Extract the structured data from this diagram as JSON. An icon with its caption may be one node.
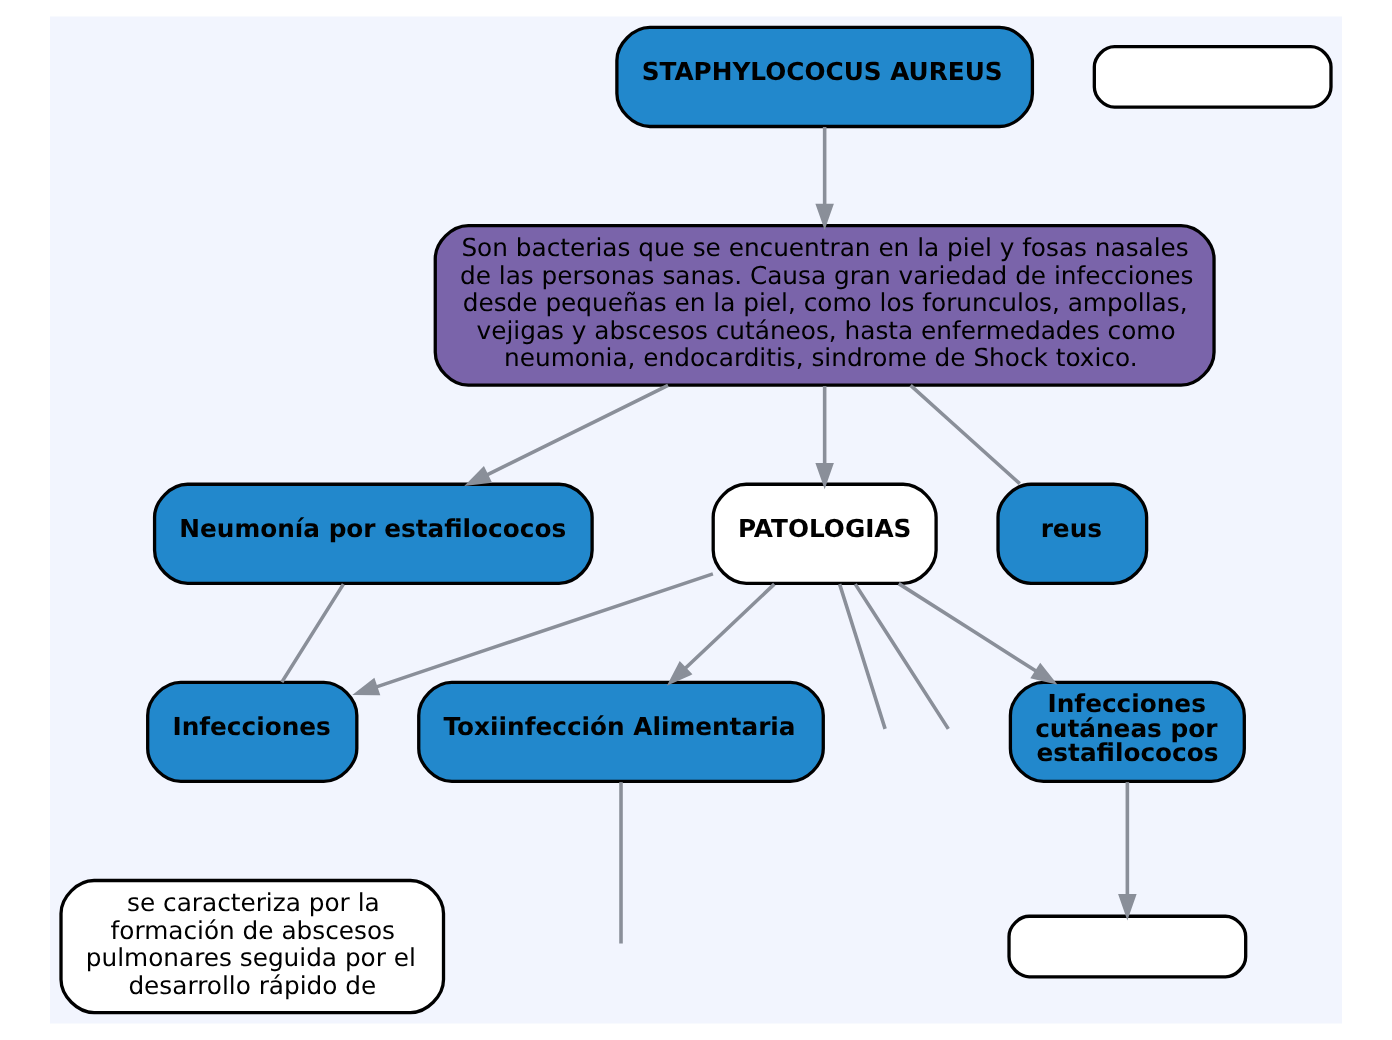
{
  "diagram": {
    "nodes": [
      {
        "text": [
          "STAPHYLOCOCUS AUREUS"
        ]
      },
      {
        "text": [
          "Son bacterias que se encuentran en la piel y fosas nasales de las personas sanas. Causa gran variedad de infecciones desde pequeñas en la piel, como los forunculos, ampollas, vejigas y abscesos cutáneos, hasta enfermedades como neumonia, endocarditis, sindrome de Shock toxico."
        ]
      },
      {
        "text": [
          "PATOLOGIAS"
        ]
      },
      {
        "text": [
          "Neumonía por estafilococos"
        ]
      },
      {
        "text": [
          "reus"
        ]
      },
      {
        "text": [
          "Infecciones cutáneas por estafilococos"
        ]
      },
      {
        "text": [
          "Infecciones"
        ]
      },
      {
        "text": [
          "se caracteriza por la formación de abscesos pulmonares seguida por el desarrollo rápido de"
        ]
      },
      {
        "text": [
          "Toxiinfección Alimentaria"
        ]
      },
      {
        "text": [],
        "shape": "box"
      },
      {
        "text": [],
        "shape": "box"
      }
    ],
    "edges": [
      {
        "from": 0,
        "to": 1,
        "arrow": "to"
      },
      {
        "from": 1,
        "to": 4,
        "arrow": "none"
      },
      {
        "from": 1,
        "to": 3,
        "arrow": "to"
      },
      {
        "from": 1,
        "to": 2,
        "arrow": "to"
      },
      {
        "from": 2,
        "to": 5,
        "arrow": "to"
      },
      {
        "from": 2,
        "to": 6,
        "arrow": "to"
      },
      {
        "from": 2,
        "to": 8,
        "arrow": "to"
      },
      {
        "from": 2,
        "to": null,
        "arrow": "none"
      },
      {
        "from": 2,
        "to": null,
        "arrow": "none"
      },
      {
        "from": 3,
        "to": 6,
        "arrow": "none"
      },
      {
        "from": 5,
        "to": 10,
        "arrow": "to"
      },
      {
        "from": 8,
        "to": null,
        "arrow": "none"
      }
    ]
  }
}
